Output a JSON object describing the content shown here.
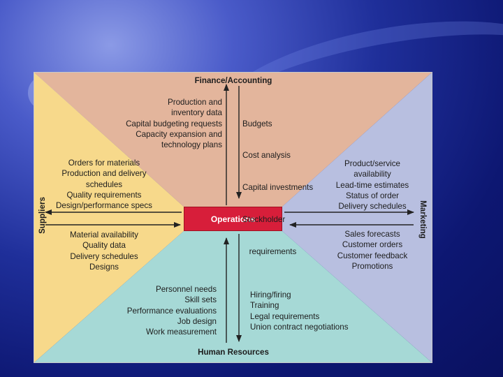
{
  "diagram": {
    "finance_heading": "Finance/Accounting",
    "hr_heading": "Human Resources",
    "suppliers_heading": "Suppliers",
    "marketing_heading": "Marketing",
    "center_label": "Operations",
    "ops_to_finance": [
      "Production and",
      "inventory data",
      "Capital budgeting requests",
      "Capacity expansion and",
      "technology plans"
    ],
    "finance_to_ops": [
      "Budgets",
      "Cost analysis",
      "Capital investments",
      "Stockholder",
      "   requirements"
    ],
    "ops_to_suppliers": [
      "Orders for materials",
      "Production and delivery",
      "schedules",
      "Quality requirements",
      "Design/performance specs"
    ],
    "suppliers_to_ops": [
      "Material availability",
      "Quality data",
      "Delivery schedules",
      "Designs"
    ],
    "ops_to_marketing": [
      "Product/service",
      "availability",
      "Lead-time estimates",
      "Status of order",
      "Delivery schedules"
    ],
    "marketing_to_ops": [
      "Sales forecasts",
      "Customer orders",
      "Customer feedback",
      "Promotions"
    ],
    "ops_to_hr": [
      "Personnel needs",
      "Skill sets",
      "Performance evaluations",
      "Job design",
      "Work measurement"
    ],
    "hr_to_ops": [
      "Hiring/firing",
      "Training",
      "Legal requirements",
      "Union contract negotiations"
    ],
    "colors": {
      "finance": "#e3b59c",
      "suppliers": "#f7d98b",
      "marketing": "#b8bfe0",
      "hr": "#a6d9d6",
      "operations": "#d71e3a",
      "background": "#0d1772"
    }
  }
}
